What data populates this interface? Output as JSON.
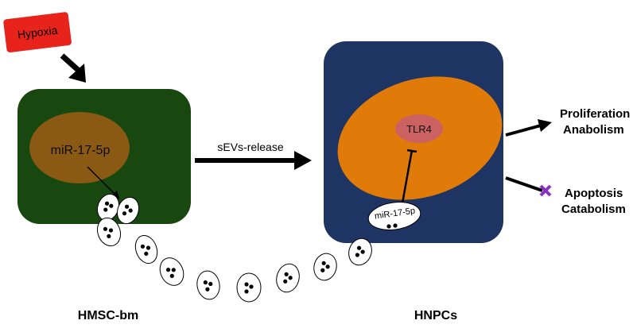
{
  "stimulus": {
    "label": "Hypoxia"
  },
  "donor_cell": {
    "nucleus_label": "miR-17-5p",
    "caption": "HMSC-bm"
  },
  "transfer": {
    "label": "sEVs-release"
  },
  "recipient_cell": {
    "receptor_label": "TLR4",
    "vesicle_label": "miR-17-5p",
    "caption": "HNPCs"
  },
  "outcomes": {
    "promoted": [
      "Proliferation",
      "Anabolism"
    ],
    "inhibited": [
      "Apoptosis",
      "Catabolism"
    ]
  },
  "colors": {
    "hypoxia_box": "#e8231c",
    "donor_cell": "#18480f",
    "donor_nucleus": "#8a5a14",
    "recipient_cell": "#1e3563",
    "recipient_nucleus": "#e07b0a",
    "receptor": "#cc6161",
    "inhibit_mark": "#8a2fc6"
  },
  "icons": {
    "vesicle": "vesicle-icon",
    "inhibit": "cross-icon"
  }
}
